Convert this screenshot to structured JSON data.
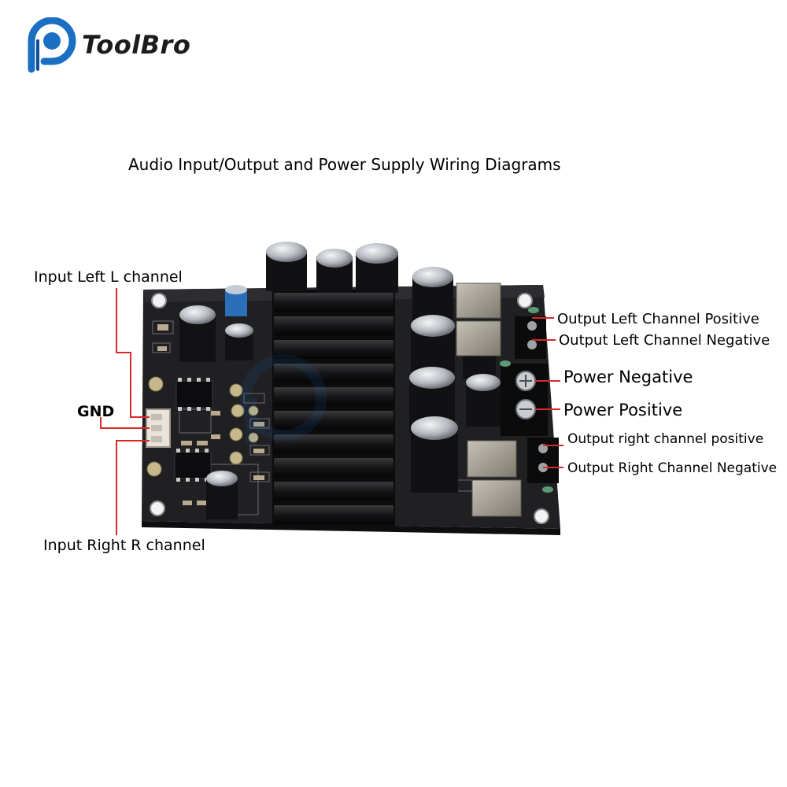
{
  "brand": {
    "name": "ToolBro",
    "logo_icon": "toolbro-logo-icon",
    "accent_color": "#1b6fc2"
  },
  "title": "Audio Input/Output and Power Supply Wiring Diagrams",
  "labels": {
    "input_left": "Input Left L channel",
    "gnd": "GND",
    "input_right": "Input Right R channel",
    "output_left_positive": "Output Left Channel Positive",
    "output_left_negative": "Output Left Channel Negative",
    "power_negative": "Power Negative",
    "power_positive": "Power Positive",
    "output_right_positive": "Output right channel positive",
    "output_right_negative": "Output Right Channel Negative"
  },
  "colors": {
    "pcb": "#1e1e20",
    "heatsink": "#141416",
    "leader_line": "#d62a2a",
    "capacitor": "#c9ccd1",
    "terminal": "#0b0b0b",
    "inductor": "#9a958c"
  }
}
